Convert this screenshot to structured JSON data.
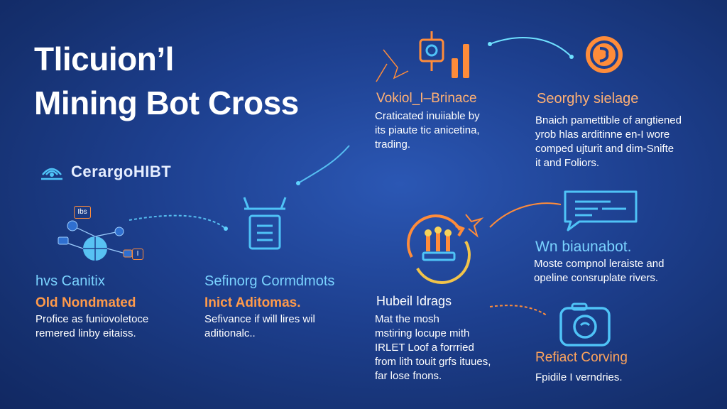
{
  "title": {
    "line1": "Tlicuion’l",
    "line2": "Mining Bot Cross"
  },
  "brand": {
    "name": "CerargoHIBT"
  },
  "sec_left": {
    "h1": "hvs Canitix",
    "h2": "Old Nondmated",
    "body": [
      "Profice as funiovoletoce",
      "remered linby eitaiss."
    ],
    "badges": [
      "Ibs",
      "I"
    ]
  },
  "sec_mid": {
    "h1": "Sefinorg Cormdmots",
    "h2": "Inict Aditomas.",
    "body": [
      "Sefivance if will lires wil",
      "aditionalc.."
    ]
  },
  "sec_top": {
    "h1": "Vokiol_I–Brinace",
    "body": [
      "Craticated inuiiable by",
      "its piaute tic anicetina,",
      "trading."
    ]
  },
  "sec_top_right": {
    "h1": "Seorghy sielage",
    "body": [
      "Bnaich pamettible of angtiened",
      "yrob hlas arditinne en-I wore",
      "comped ujturit and dim-Snifte",
      "it and Foliors."
    ]
  },
  "sec_right_mid": {
    "h1": "Wn biaunabot.",
    "body": [
      "Moste compnol leraiste and",
      "opeline consruplate rivers."
    ]
  },
  "sec_bottom_mid": {
    "h1": "Hubeil Idrags",
    "body": [
      "Mat the mosh",
      "mstiring locupe mith",
      "IRLET Loof a forrried",
      "from lith touit grfs ituues,",
      "far lose fnons."
    ]
  },
  "sec_bottom_right": {
    "h1": "Refiact Corving",
    "body": [
      "Fpidile I verndries."
    ]
  },
  "colors": {
    "accent_cyan": "#4fc3f7",
    "accent_orange": "#ff8c3a",
    "bg": "#1d3f8e"
  },
  "icons": [
    "signal-icon",
    "bar-chart-icon",
    "coin-icon",
    "gpu-icon",
    "network-globe-icon",
    "chat-bubble-icon",
    "camera-icon",
    "refresh-icon",
    "connector-lines"
  ]
}
